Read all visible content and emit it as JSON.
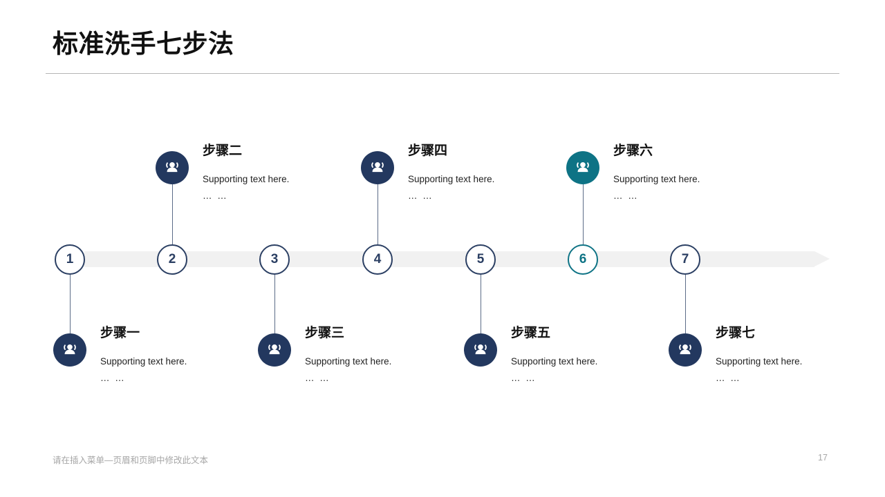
{
  "slide": {
    "title": "标准洗手七步法",
    "footer_note": "请在插入菜单—页眉和页脚中修改此文本",
    "page_number": "17"
  },
  "colors": {
    "navy": "#23385f",
    "navy_ring": "#2b3f63",
    "teal": "#0e7385",
    "bar_gray": "#f1f1f1",
    "rule_gray": "#b5b5b9",
    "footer_gray": "#a6a6a6",
    "connector": "#5b6b87"
  },
  "timeline": {
    "icon_name": "people-group-icon",
    "arrow_name": "timeline-arrow",
    "steps": [
      {
        "number": "1",
        "heading": "步骤一",
        "support": "Supporting text here.",
        "ellipsis": "… …",
        "position": "below",
        "accent": "navy"
      },
      {
        "number": "2",
        "heading": "步骤二",
        "support": "Supporting text here.",
        "ellipsis": "… …",
        "position": "above",
        "accent": "navy"
      },
      {
        "number": "3",
        "heading": "步骤三",
        "support": "Supporting text here.",
        "ellipsis": "… …",
        "position": "below",
        "accent": "navy"
      },
      {
        "number": "4",
        "heading": "步骤四",
        "support": "Supporting text here.",
        "ellipsis": "… …",
        "position": "above",
        "accent": "navy"
      },
      {
        "number": "5",
        "heading": "步骤五",
        "support": "Supporting text here.",
        "ellipsis": "… …",
        "position": "below",
        "accent": "navy"
      },
      {
        "number": "6",
        "heading": "步骤六",
        "support": "Supporting text here.",
        "ellipsis": "… …",
        "position": "above",
        "accent": "teal"
      },
      {
        "number": "7",
        "heading": "步骤七",
        "support": "Supporting text here.",
        "ellipsis": "… …",
        "position": "below",
        "accent": "navy"
      }
    ]
  }
}
